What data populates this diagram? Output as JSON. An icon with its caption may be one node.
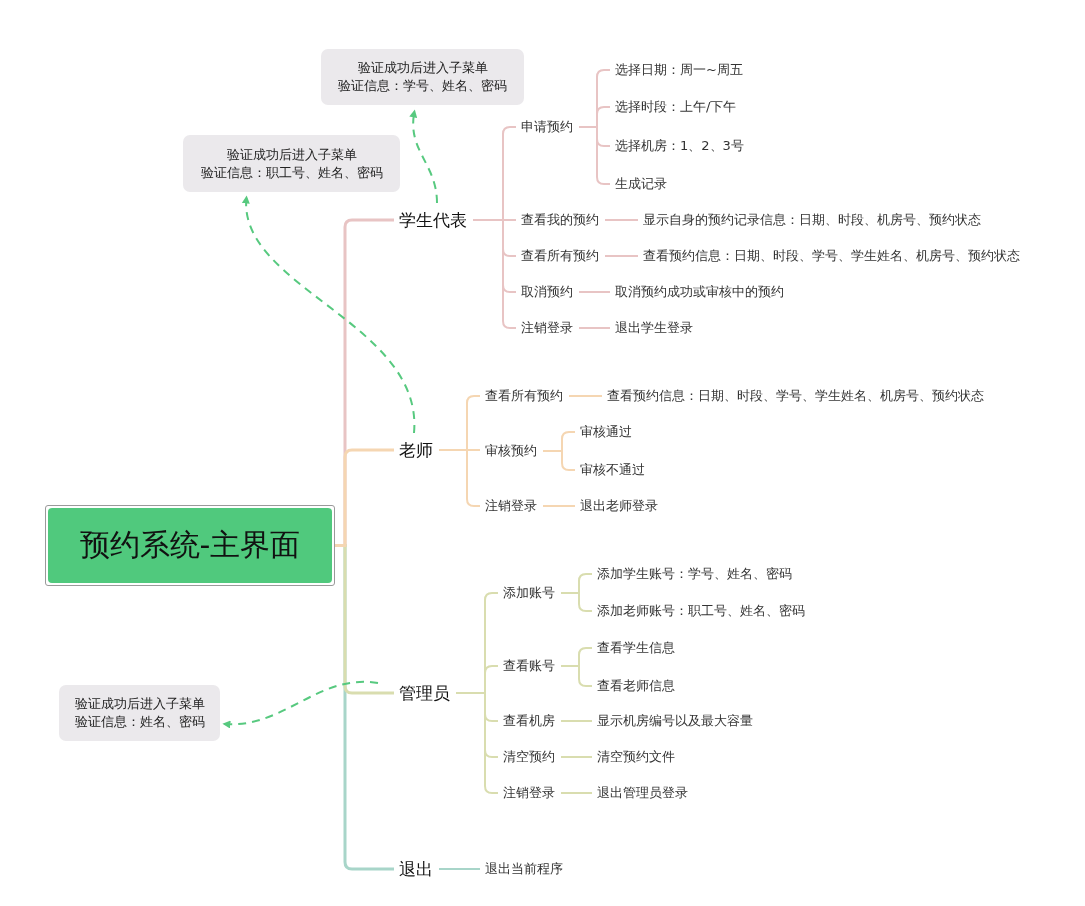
{
  "diagram": {
    "nodes": [
      {
        "text": [
          "预约系统-主界面"
        ]
      },
      {
        "text": [
          "验证成功后进入子菜单",
          "验证信息：学号、姓名、密码"
        ]
      },
      {
        "text": [
          "验证成功后进入子菜单",
          "验证信息：职工号、姓名、密码"
        ]
      },
      {
        "text": [
          "学生代表"
        ]
      },
      {
        "text": [
          "申请预约"
        ]
      },
      {
        "text": [
          "选择日期：周一~周五"
        ]
      },
      {
        "text": [
          "选择时段：上午/下午"
        ]
      },
      {
        "text": [
          "选择机房：1、2、3号"
        ]
      },
      {
        "text": [
          "生成记录"
        ]
      },
      {
        "text": [
          "查看我的预约"
        ]
      },
      {
        "text": [
          "显示自身的预约记录信息：日期、时段、机房号、预约状态"
        ]
      },
      {
        "text": [
          "查看所有预约"
        ]
      },
      {
        "text": [
          "查看预约信息：日期、时段、学号、学生姓名、机房号、预约状态"
        ]
      },
      {
        "text": [
          "取消预约"
        ]
      },
      {
        "text": [
          "取消预约成功或审核中的预约"
        ]
      },
      {
        "text": [
          "注销登录"
        ]
      },
      {
        "text": [
          "退出学生登录"
        ]
      },
      {
        "text": [
          "老师"
        ]
      },
      {
        "text": [
          "查看所有预约"
        ]
      },
      {
        "text": [
          "查看预约信息：日期、时段、学号、学生姓名、机房号、预约状态"
        ]
      },
      {
        "text": [
          "审核预约"
        ]
      },
      {
        "text": [
          "审核通过"
        ]
      },
      {
        "text": [
          "审核不通过"
        ]
      },
      {
        "text": [
          "注销登录"
        ]
      },
      {
        "text": [
          "退出老师登录"
        ]
      },
      {
        "text": [
          "验证成功后进入子菜单",
          "验证信息：姓名、密码"
        ]
      },
      {
        "text": [
          "管理员"
        ]
      },
      {
        "text": [
          "添加账号"
        ]
      },
      {
        "text": [
          "添加学生账号：学号、姓名、密码"
        ]
      },
      {
        "text": [
          "添加老师账号：职工号、姓名、密码"
        ]
      },
      {
        "text": [
          "查看账号"
        ]
      },
      {
        "text": [
          "查看学生信息"
        ]
      },
      {
        "text": [
          "查看老师信息"
        ]
      },
      {
        "text": [
          "查看机房"
        ]
      },
      {
        "text": [
          "显示机房编号以及最大容量"
        ]
      },
      {
        "text": [
          "清空预约"
        ]
      },
      {
        "text": [
          "清空预约文件"
        ]
      },
      {
        "text": [
          "注销登录"
        ]
      },
      {
        "text": [
          "退出管理员登录"
        ]
      },
      {
        "text": [
          "退出"
        ]
      },
      {
        "text": [
          "退出当前程序"
        ]
      }
    ],
    "edges": [
      {
        "from": 0,
        "to": 3,
        "arrow": "none",
        "color": "#e8c4c4"
      },
      {
        "from": 3,
        "to": 4,
        "arrow": "none",
        "color": "#e8c4c4"
      },
      {
        "from": 4,
        "to": 5,
        "arrow": "none",
        "color": "#e8c4c4"
      },
      {
        "from": 4,
        "to": 6,
        "arrow": "none",
        "color": "#e8c4c4"
      },
      {
        "from": 4,
        "to": 7,
        "arrow": "none",
        "color": "#e8c4c4"
      },
      {
        "from": 4,
        "to": 8,
        "arrow": "none",
        "color": "#e8c4c4"
      },
      {
        "from": 3,
        "to": 9,
        "arrow": "none",
        "color": "#e8c4c4"
      },
      {
        "from": 9,
        "to": 10,
        "arrow": "none",
        "color": "#e8c4c4"
      },
      {
        "from": 3,
        "to": 11,
        "arrow": "none",
        "color": "#e8c4c4"
      },
      {
        "from": 11,
        "to": 12,
        "arrow": "none",
        "color": "#e8c4c4"
      },
      {
        "from": 3,
        "to": 13,
        "arrow": "none",
        "color": "#e8c4c4"
      },
      {
        "from": 13,
        "to": 14,
        "arrow": "none",
        "color": "#e8c4c4"
      },
      {
        "from": 3,
        "to": 15,
        "arrow": "none",
        "color": "#e8c4c4"
      },
      {
        "from": 15,
        "to": 16,
        "arrow": "none",
        "color": "#e8c4c4"
      },
      {
        "from": 0,
        "to": 17,
        "arrow": "none",
        "color": "#f5d6b2"
      },
      {
        "from": 17,
        "to": 18,
        "arrow": "none",
        "color": "#f5d6b2"
      },
      {
        "from": 18,
        "to": 19,
        "arrow": "none",
        "color": "#f5d6b2"
      },
      {
        "from": 17,
        "to": 20,
        "arrow": "none",
        "color": "#f5d6b2"
      },
      {
        "from": 20,
        "to": 21,
        "arrow": "none",
        "color": "#f5d6b2"
      },
      {
        "from": 20,
        "to": 22,
        "arrow": "none",
        "color": "#f5d6b2"
      },
      {
        "from": 17,
        "to": 23,
        "arrow": "none",
        "color": "#f5d6b2"
      },
      {
        "from": 23,
        "to": 24,
        "arrow": "none",
        "color": "#f5d6b2"
      },
      {
        "from": 0,
        "to": 26,
        "arrow": "none",
        "color": "#d9ddaf"
      },
      {
        "from": 26,
        "to": 27,
        "arrow": "none",
        "color": "#d9ddaf"
      },
      {
        "from": 27,
        "to": 28,
        "arrow": "none",
        "color": "#d9ddaf"
      },
      {
        "from": 27,
        "to": 29,
        "arrow": "none",
        "color": "#d9ddaf"
      },
      {
        "from": 26,
        "to": 30,
        "arrow": "none",
        "color": "#d9ddaf"
      },
      {
        "from": 30,
        "to": 31,
        "arrow": "none",
        "color": "#d9ddaf"
      },
      {
        "from": 30,
        "to": 32,
        "arrow": "none",
        "color": "#d9ddaf"
      },
      {
        "from": 26,
        "to": 33,
        "arrow": "none",
        "color": "#d9ddaf"
      },
      {
        "from": 33,
        "to": 34,
        "arrow": "none",
        "color": "#d9ddaf"
      },
      {
        "from": 26,
        "to": 35,
        "arrow": "none",
        "color": "#d9ddaf"
      },
      {
        "from": 35,
        "to": 36,
        "arrow": "none",
        "color": "#d9ddaf"
      },
      {
        "from": 26,
        "to": 37,
        "arrow": "none",
        "color": "#d9ddaf"
      },
      {
        "from": 37,
        "to": 38,
        "arrow": "none",
        "color": "#d9ddaf"
      },
      {
        "from": 0,
        "to": 39,
        "arrow": "none",
        "color": "#a8d5c9"
      },
      {
        "from": 39,
        "to": 40,
        "arrow": "none",
        "color": "#a8d5c9"
      },
      {
        "from": 3,
        "to": 1,
        "arrow": "to",
        "style": "dashed",
        "color": "#57c97f"
      },
      {
        "from": 17,
        "to": 2,
        "arrow": "to",
        "style": "dashed",
        "color": "#57c97f"
      },
      {
        "from": 26,
        "to": 25,
        "arrow": "to",
        "style": "dashed",
        "color": "#57c97f"
      }
    ]
  }
}
